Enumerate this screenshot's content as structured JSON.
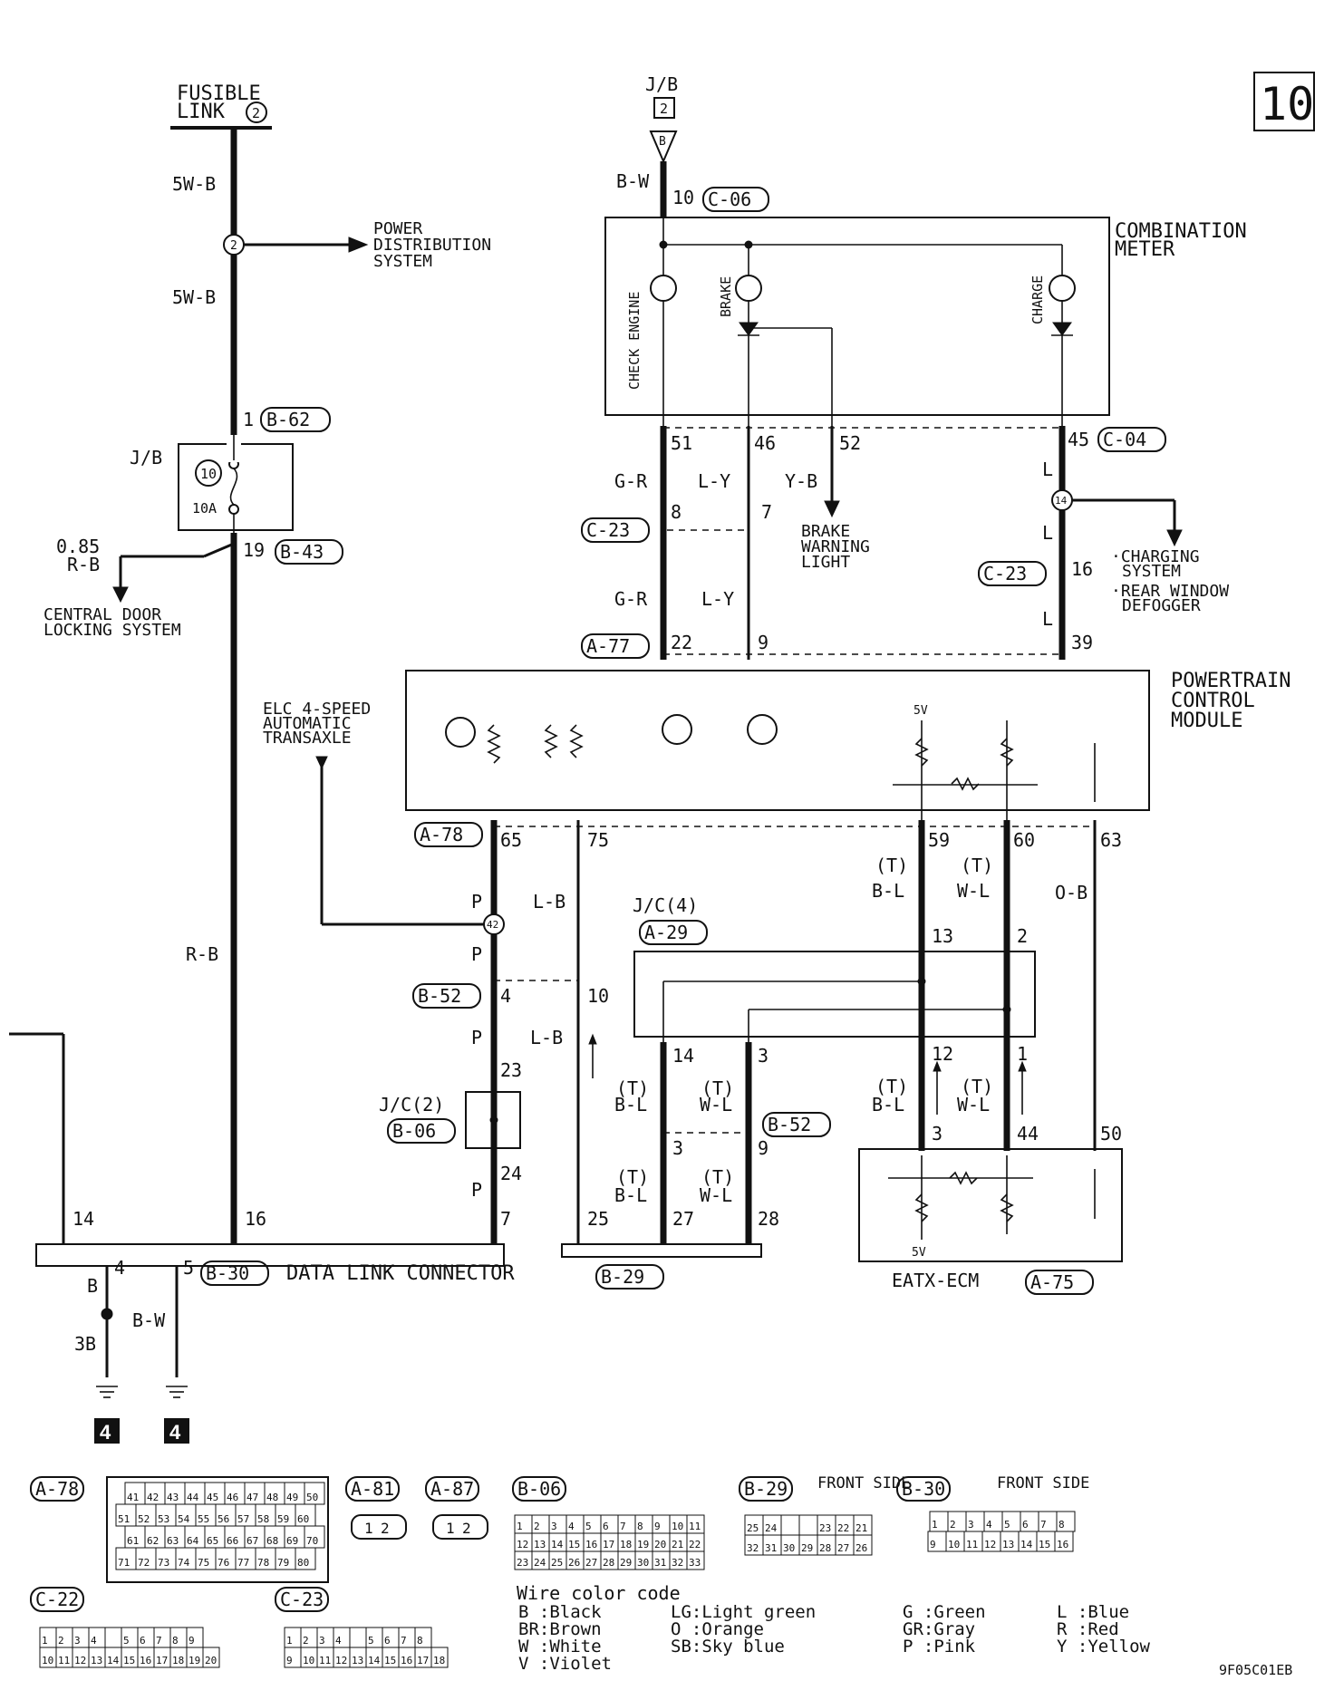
{
  "page": {
    "number": "10",
    "figure_code": "9F05C01EB"
  },
  "sources": {
    "fusible_link": {
      "line1": "FUSIBLE",
      "line2": "LINK",
      "number": "2"
    },
    "jb_top": {
      "label": "J/B",
      "number": "2",
      "terminal": "B"
    }
  },
  "wires": {
    "w_5wb_1": "5W-B",
    "w_5wb_2": "5W-B",
    "w_bw_top": "B-W",
    "w_rb": "R-B",
    "w_085": "0.85",
    "w_085_color": "R-B",
    "w_gr_1": "G-R",
    "w_ly_1": "L-Y",
    "w_yb": "Y-B",
    "w_gr_2": "G-R",
    "w_ly_2": "L-Y",
    "w_l_1": "L",
    "w_l_2": "L",
    "w_l_3": "L",
    "w_p_1": "P",
    "w_p_2": "P",
    "w_p_3": "P",
    "w_p_4": "P",
    "w_lb_1": "L-B",
    "w_lb_2": "L-B",
    "w_t_bl_1": "B-L",
    "w_t_wl_1": "W-L",
    "w_ob": "O-B",
    "w_t_bl_2": "B-L",
    "w_t_wl_2": "W-L",
    "w_t_bl_3": "B-L",
    "w_t_wl_3": "W-L",
    "w_t_bl_4": "B-L",
    "w_t_wl_4": "W-L",
    "w_b": "B",
    "w_3b": "3B",
    "w_bw_bottom": "B-W",
    "twisted": "(T)"
  },
  "components": {
    "power_distribution": {
      "line1": "POWER",
      "line2": "DISTRIBUTION",
      "line3": "SYSTEM"
    },
    "combination_meter": {
      "line1": "COMBINATION",
      "line2": "METER"
    },
    "lamps": {
      "check_engine": "CHECK ENGINE",
      "brake": "BRAKE",
      "charge": "CHARGE"
    },
    "jb_fuse": {
      "label": "J/B",
      "fuse_no": "10",
      "rating": "10A"
    },
    "central_door": {
      "line1": "CENTRAL DOOR",
      "line2": "LOCKING SYSTEM"
    },
    "brake_warning": {
      "line1": "BRAKE",
      "line2": "WARNING",
      "line3": "LIGHT"
    },
    "charging": {
      "line1": "·CHARGING",
      "line2": "SYSTEM",
      "line3": "·REAR WINDOW",
      "line4": "DEFOGGER"
    },
    "pcm": {
      "line1": "POWERTRAIN",
      "line2": "CONTROL",
      "line3": "MODULE",
      "v5": "5V"
    },
    "elc": {
      "line1": "ELC 4-SPEED",
      "line2": "AUTOMATIC",
      "line3": "TRANSAXLE"
    },
    "jc4": {
      "label": "J/C(4)",
      "connector": "A-29"
    },
    "jc2": {
      "label": "J/C(2)",
      "connector": "B-06"
    },
    "eatx": {
      "label": "EATX-ECM",
      "connector": "A-75",
      "v5": "5V"
    },
    "dlc": {
      "label": "DATA LINK CONNECTOR",
      "connector": "B-30"
    },
    "b29": {
      "connector": "B-29"
    },
    "ground_number": "4"
  },
  "connectors": {
    "b62": "B-62",
    "b43": "B-43",
    "c06": "C-06",
    "c04": "C-04",
    "c23_a": "C-23",
    "c23_b": "C-23",
    "a77": "A-77",
    "a78": "A-78",
    "b52_a": "B-52",
    "b52_b": "B-52"
  },
  "pins": {
    "p1": "1",
    "p19": "19",
    "p10": "10",
    "p51": "51",
    "p46": "46",
    "p52": "52",
    "p45": "45",
    "p8": "8",
    "p7": "7",
    "p16a": "16",
    "p22": "22",
    "p9a": "9",
    "p39": "39",
    "p65": "65",
    "p75": "75",
    "p59": "59",
    "p60": "60",
    "p63": "63",
    "p13": "13",
    "p2": "2",
    "p4": "4",
    "p10b": "10",
    "p14a": "14",
    "p3a": "3",
    "p12": "12",
    "p1b": "1",
    "p23": "23",
    "p3b": "3",
    "p9b": "9",
    "p3c": "3",
    "p44": "44",
    "p50": "50",
    "p24": "24",
    "p7b": "7",
    "p25": "25",
    "p27": "27",
    "p28": "28",
    "p14b": "14",
    "p16b": "16",
    "p4b": "4",
    "p5": "5",
    "node2": "2",
    "node14": "14",
    "node42": "42"
  },
  "connector_views": {
    "a78": {
      "label": "A-78",
      "rows": [
        [
          "41",
          "42",
          "43",
          "44",
          "45",
          "46",
          "47",
          "48",
          "49",
          "50"
        ],
        [
          "51",
          "52",
          "53",
          "54",
          "55",
          "56",
          "57",
          "58",
          "59",
          "60"
        ],
        [
          "61",
          "62",
          "63",
          "64",
          "65",
          "66",
          "67",
          "68",
          "69",
          "70"
        ],
        [
          "71",
          "72",
          "73",
          "74",
          "75",
          "76",
          "77",
          "78",
          "79",
          "80"
        ]
      ]
    },
    "a81": {
      "label": "A-81",
      "pins": [
        "1",
        "2"
      ]
    },
    "a87": {
      "label": "A-87",
      "pins": [
        "1",
        "2"
      ]
    },
    "b06": {
      "label": "B-06",
      "rows": [
        [
          "1",
          "2",
          "3",
          "4",
          "5",
          "6",
          "7",
          "8",
          "9",
          "10",
          "11"
        ],
        [
          "12",
          "13",
          "14",
          "15",
          "16",
          "17",
          "18",
          "19",
          "20",
          "21",
          "22"
        ],
        [
          "23",
          "24",
          "25",
          "26",
          "27",
          "28",
          "29",
          "30",
          "31",
          "32",
          "33"
        ]
      ]
    },
    "b29": {
      "label": "B-29",
      "side": "FRONT SIDE",
      "rows": [
        [
          "25",
          "24",
          "",
          "",
          "23",
          "22",
          "21"
        ],
        [
          "32",
          "31",
          "30",
          "29",
          "28",
          "27",
          "26"
        ]
      ]
    },
    "b30": {
      "label": "B-30",
      "side": "FRONT SIDE",
      "rows": [
        [
          "1",
          "2",
          "3",
          "4",
          "5",
          "6",
          "7",
          "8"
        ],
        [
          "9",
          "10",
          "11",
          "12",
          "13",
          "14",
          "15",
          "16"
        ]
      ]
    },
    "c22": {
      "label": "C-22",
      "rows": [
        [
          "1",
          "2",
          "3",
          "4",
          "",
          "5",
          "6",
          "7",
          "8",
          "9"
        ],
        [
          "10",
          "11",
          "12",
          "13",
          "14",
          "15",
          "16",
          "17",
          "18",
          "19",
          "20"
        ]
      ]
    },
    "c23": {
      "label": "C-23",
      "rows": [
        [
          "1",
          "2",
          "3",
          "4",
          "",
          "5",
          "6",
          "7",
          "8"
        ],
        [
          "9",
          "10",
          "11",
          "12",
          "13",
          "14",
          "15",
          "16",
          "17",
          "18"
        ]
      ]
    }
  },
  "legend": {
    "title": "Wire color code",
    "items": [
      [
        "B :Black",
        "LG:Light green",
        "G :Green",
        "L :Blue"
      ],
      [
        "BR:Brown",
        "O :Orange",
        "GR:Gray",
        "R :Red"
      ],
      [
        "W :White",
        "SB:Sky blue",
        "P :Pink",
        "Y :Yellow"
      ],
      [
        "V :Violet",
        "",
        "",
        ""
      ]
    ]
  }
}
